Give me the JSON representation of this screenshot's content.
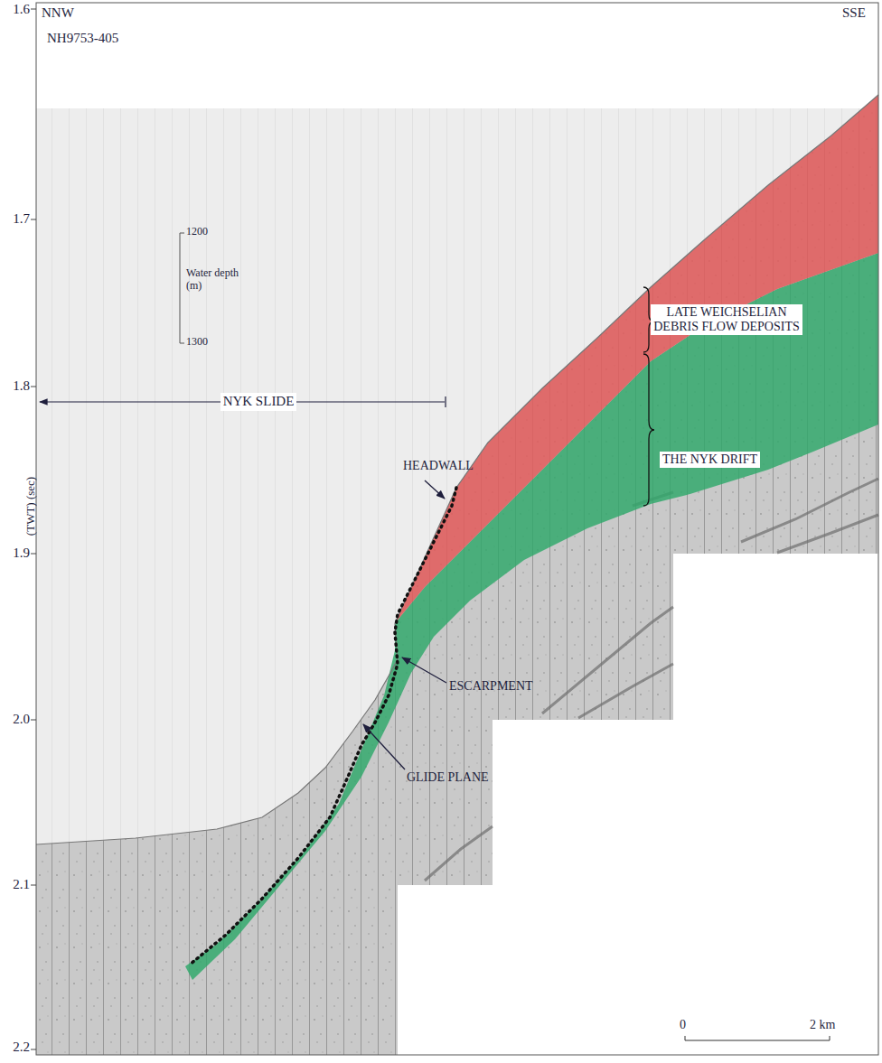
{
  "diagram": {
    "labels": [
      "NNW",
      "SSE",
      "NH9753-405",
      "1.6",
      "1.7",
      "1.8",
      "1.9",
      "2.0",
      "2.1",
      "2.2",
      "(TWT) (sec)",
      "1200",
      "Water depth (m)",
      "1300",
      "NYK SLIDE",
      "HEADWALL",
      "LATE WEICHSELIAN DEBRIS FLOW DEPOSITS",
      "THE NYK DRIFT",
      "ESCARPMENT",
      "GLIDE PLANE",
      "0",
      "2 km"
    ]
  }
}
